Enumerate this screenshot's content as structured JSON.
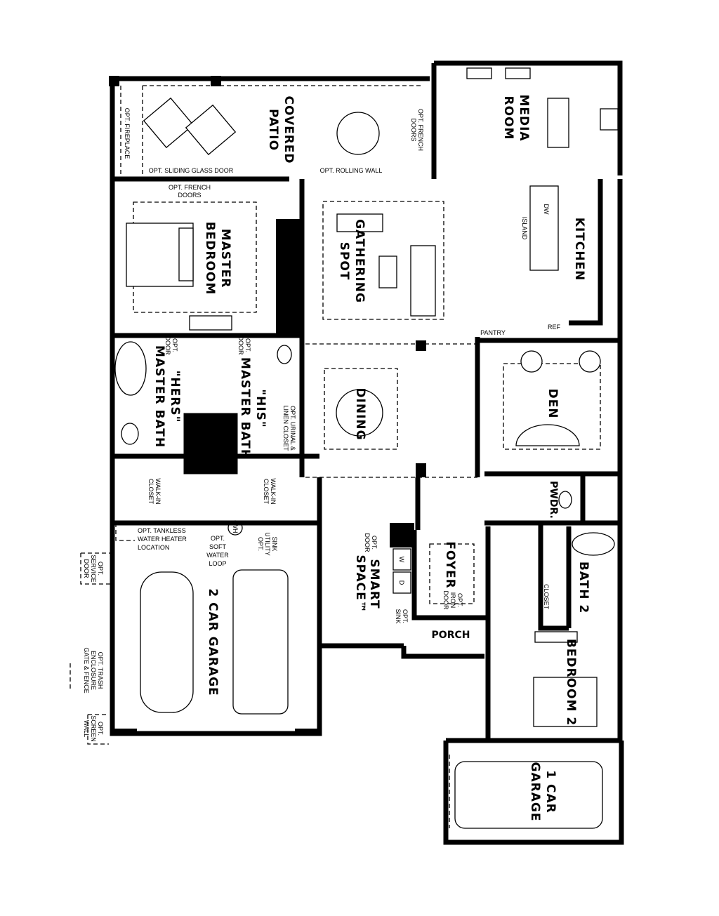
{
  "rooms": {
    "covered_patio": [
      "COVERED",
      "PATIO"
    ],
    "media_room": [
      "MEDIA",
      "ROOM"
    ],
    "master_bedroom": [
      "MASTER",
      "BEDROOM"
    ],
    "gathering_spot": [
      "GATHERING",
      "SPOT"
    ],
    "kitchen": [
      "KITCHEN"
    ],
    "hers_bath": [
      "\"HERS\"",
      "MASTER BATH"
    ],
    "his_bath": [
      "\"HIS\"",
      "MASTER BATH"
    ],
    "dining": [
      "DINING"
    ],
    "den": [
      "DEN"
    ],
    "pwdr": [
      "PWDR."
    ],
    "smart_space": [
      "SMART",
      "SPACE™"
    ],
    "foyer": [
      "FOYER"
    ],
    "porch": [
      "PORCH"
    ],
    "bath2": [
      "BATH 2"
    ],
    "bedroom2": [
      "BEDROOM 2"
    ],
    "two_car_garage": [
      "2 CAR GARAGE"
    ],
    "one_car_garage": [
      "1 CAR",
      "GARAGE"
    ]
  },
  "notes": {
    "patio_fireplace": [
      "OPT. FIREPLACE"
    ],
    "sliding_glass_door": [
      "OPT. SLIDING GLASS DOOR"
    ],
    "rolling_wall": [
      "OPT. ROLLING WALL"
    ],
    "media_french_doors": [
      "OPT. FRENCH",
      "DOORS"
    ],
    "master_french_doors": [
      "OPT. FRENCH",
      "DOORS"
    ],
    "master_fireplace": [
      "OPT. FIREPLACE"
    ],
    "island": [
      "ISLAND"
    ],
    "dw": [
      "DW"
    ],
    "pantry": [
      "PANTRY"
    ],
    "ref": [
      "REF"
    ],
    "hers_door": [
      "OPT.",
      "DOOR"
    ],
    "his_door": [
      "OPT.",
      "DOOR"
    ],
    "urinal_closet": [
      "OPT. URINAL &",
      "LINEN CLOSET"
    ],
    "hers_closet": [
      "WALK-IN",
      "CLOSET"
    ],
    "his_closet": [
      "WALK-IN",
      "CLOSET"
    ],
    "water_heater": [
      "OPT. TANKLESS",
      "WATER HEATER",
      "LOCATION"
    ],
    "wh": [
      "WH"
    ],
    "soft_water": [
      "OPT.",
      "SOFT",
      "WATER",
      "LOOP"
    ],
    "utility_sink": [
      "OPT.",
      "UTILITY",
      "SINK"
    ],
    "smart_door": [
      "OPT.",
      "DOOR"
    ],
    "washer": [
      "W"
    ],
    "dryer": [
      "D"
    ],
    "smart_sink": [
      "OPT.",
      "SINK"
    ],
    "iron_door": [
      "OPT.",
      "IRON",
      "DOOR"
    ],
    "closet": [
      "CLOSET"
    ],
    "service_door": [
      "OPT.",
      "SERVICE",
      "DOOR"
    ],
    "trash_enclosure": [
      "OPT. TRASH",
      "ENCLOSURE",
      "GATE & FENCE"
    ],
    "screen_wall": [
      "OPT.",
      "SCREEN",
      "WALL"
    ]
  }
}
